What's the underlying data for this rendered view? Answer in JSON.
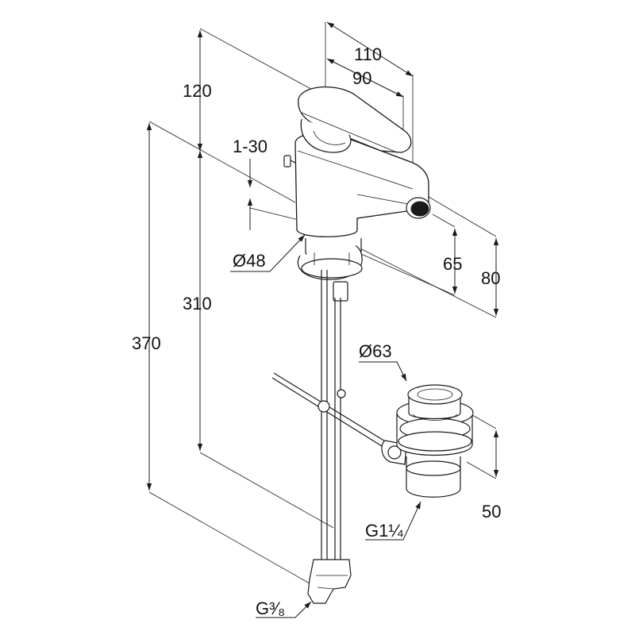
{
  "dimensions": {
    "d110": "110",
    "d90": "90",
    "d120": "120",
    "d1_30": "1-30",
    "d48": "Ø48",
    "d310": "310",
    "d370": "370",
    "d65": "65",
    "d80": "80",
    "d63": "Ø63",
    "d50": "50",
    "g114": "G1¼",
    "g38": "G³⁄₈"
  },
  "colors": {
    "line": "#1a1a1a",
    "background": "#ffffff"
  }
}
